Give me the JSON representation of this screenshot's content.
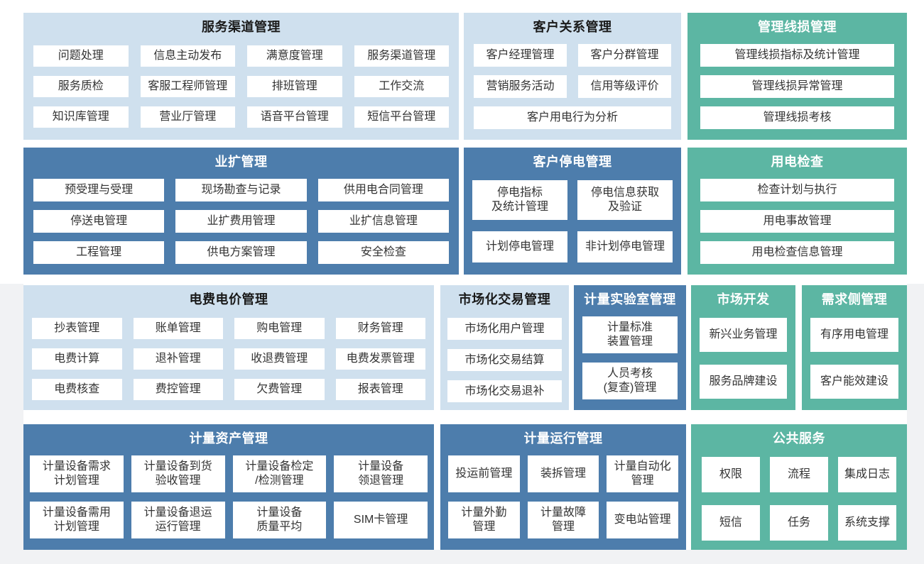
{
  "colors": {
    "light_blue_block": "#cfe0ee",
    "dark_blue_block": "#4d7dac",
    "teal_block": "#5cb6a3",
    "chip_background": "#ffffff",
    "chip_text": "#333333",
    "gray_margin": "#f1f2f4"
  },
  "blocks": {
    "service_channel": {
      "title": "服务渠道管理",
      "items": [
        "问题处理",
        "信息主动发布",
        "满意度管理",
        "服务渠道管理",
        "服务质检",
        "客服工程师管理",
        "排班管理",
        "工作交流",
        "知识库管理",
        "营业厅管理",
        "语音平台管理",
        "短信平台管理"
      ]
    },
    "customer_relation": {
      "title": "客户关系管理",
      "items": [
        "客户经理管理",
        "客户分群管理",
        "营销服务活动",
        "信用等级评价",
        "客户用电行为分析"
      ]
    },
    "line_loss": {
      "title": "管理线损管理",
      "items": [
        "管理线损指标及统计管理",
        "管理线损异常管理",
        "管理线损考核"
      ]
    },
    "business_expansion": {
      "title": "业扩管理",
      "items": [
        "预受理与受理",
        "现场勘查与记录",
        "供用电合同管理",
        "停送电管理",
        "业扩费用管理",
        "业扩信息管理",
        "工程管理",
        "供电方案管理",
        "安全检查"
      ]
    },
    "customer_outage": {
      "title": "客户停电管理",
      "items": [
        "停电指标\n及统计管理",
        "停电信息获取\n及验证",
        "计划停电管理",
        "非计划停电管理"
      ]
    },
    "power_inspection": {
      "title": "用电检查",
      "items": [
        "检查计划与执行",
        "用电事故管理",
        "用电检查信息管理"
      ]
    },
    "billing": {
      "title": "电费电价管理",
      "items": [
        "抄表管理",
        "账单管理",
        "购电管理",
        "财务管理",
        "电费计算",
        "退补管理",
        "收退费管理",
        "电费发票管理",
        "电费核查",
        "费控管理",
        "欠费管理",
        "报表管理"
      ]
    },
    "market_trade": {
      "title": "市场化交易管理",
      "items": [
        "市场化用户管理",
        "市场化交易结算",
        "市场化交易退补"
      ]
    },
    "metering_lab": {
      "title": "计量实验室管理",
      "items": [
        "计量标准\n装置管理",
        "人员考核\n(复查)管理"
      ]
    },
    "market_dev": {
      "title": "市场开发",
      "items": [
        "新兴业务管理",
        "服务品牌建设"
      ]
    },
    "demand_side": {
      "title": "需求侧管理",
      "items": [
        "有序用电管理",
        "客户能效建设"
      ]
    },
    "meter_asset": {
      "title": "计量资产管理",
      "items": [
        "计量设备需求\n计划管理",
        "计量设备到货\n验收管理",
        "计量设备检定\n/检测管理",
        "计量设备\n领退管理",
        "计量设备需用\n计划管理",
        "计量设备退运\n运行管理",
        "计量设备\n质量平均",
        "SIM卡管理"
      ]
    },
    "meter_ops": {
      "title": "计量运行管理",
      "items": [
        "投运前管理",
        "装拆管理",
        "计量自动化\n管理",
        "计量外勤\n管理",
        "计量故障\n管理",
        "变电站管理"
      ]
    },
    "public_service": {
      "title": "公共服务",
      "items": [
        "权限",
        "流程",
        "集成日志",
        "短信",
        "任务",
        "系统支撑"
      ]
    }
  }
}
